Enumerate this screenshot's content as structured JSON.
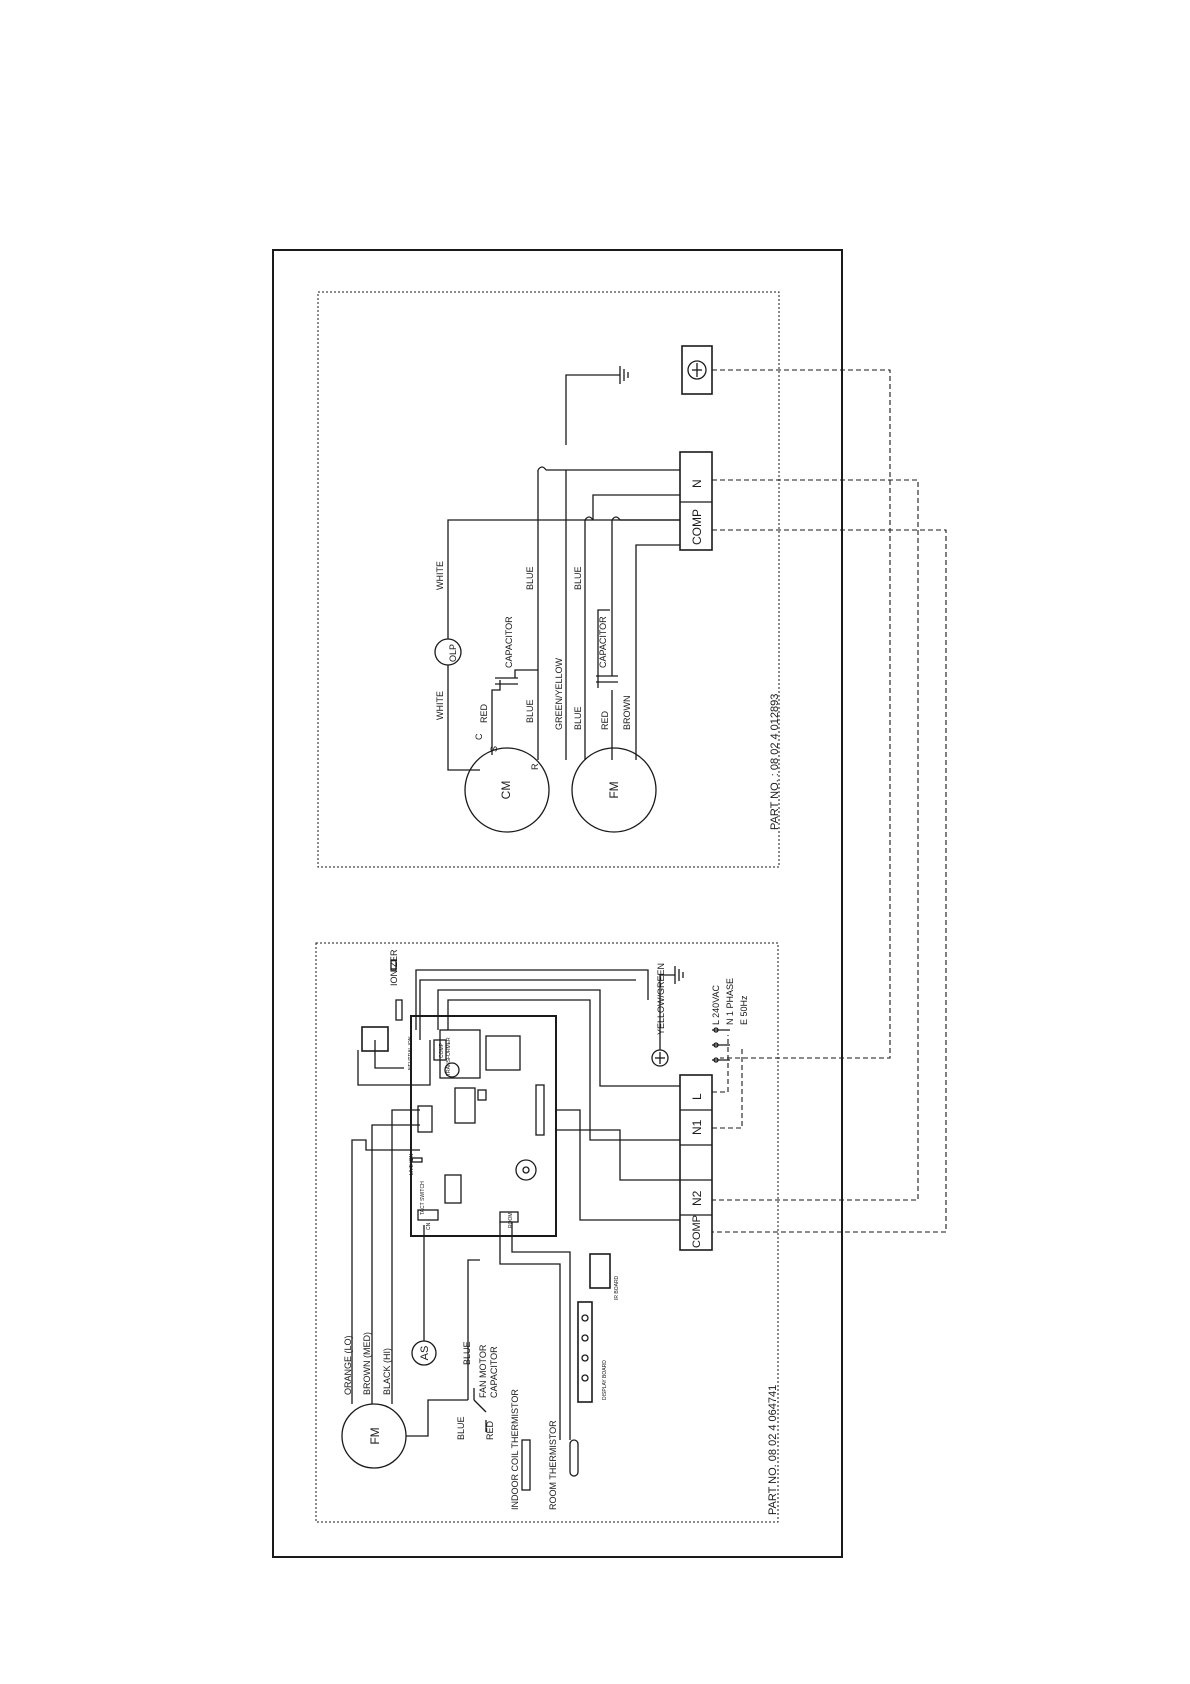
{
  "outdoor_unit": {
    "part_no": "PART NO. : 08  02  4  012893",
    "compressor": {
      "label": "CM",
      "pin_c": "C",
      "pin_s": "S",
      "pin_r": "R"
    },
    "overload": "OLP",
    "fan_motor": "FM",
    "capacitor_1": "CAPACITOR",
    "capacitor_2": "CAPACITOR",
    "wires": {
      "white_1": "WHITE",
      "white_2": "WHITE",
      "red_1": "RED",
      "blue_1": "BLUE",
      "blue_2": "BLUE",
      "green_yellow": "GREEN/YELLOW",
      "blue_3": "BLUE",
      "red_2": "RED",
      "brown": "BROWN",
      "blue_4": "BLUE"
    },
    "terminals": [
      "COMP",
      "N"
    ]
  },
  "indoor_unit": {
    "part_no": "PART NO. 08  02  4  064741",
    "fan_motor": "FM",
    "swing_motor": "AS",
    "wires": {
      "orange": "ORANGE  (LO)",
      "brown": "BROWN  (MED)",
      "black": "BLACK  (HI)",
      "blue_1": "BLUE",
      "blue_2": "BLUE",
      "red": "RED",
      "yellow_green": "YELLOW/GREEN"
    },
    "fan_capacitor_line1": "FAN MOTOR",
    "fan_capacitor_line2": "CAPACITOR",
    "coil_thermistor": "INDOOR  COIL  THERMISTOR",
    "room_thermistor": "ROOM  THERMISTOR",
    "ionizer": "IONIZER",
    "power": {
      "l": "L   240VAC",
      "n": "N   1 PHASE",
      "e": "E    50Hz"
    },
    "terminals": [
      "COMP",
      "N2",
      "",
      "N1",
      "L"
    ],
    "pcb_labels": {
      "transformer": "TRANSFORMER",
      "comp": "COMP",
      "neutral": "NEUTRAL ION",
      "live_ion": "LIVE ION",
      "tact": "TACT SWITCH",
      "cn": "CN",
      "room": "ROOM",
      "ir_board": "IR BOARD",
      "display": "DISPLAY BOARD"
    }
  }
}
